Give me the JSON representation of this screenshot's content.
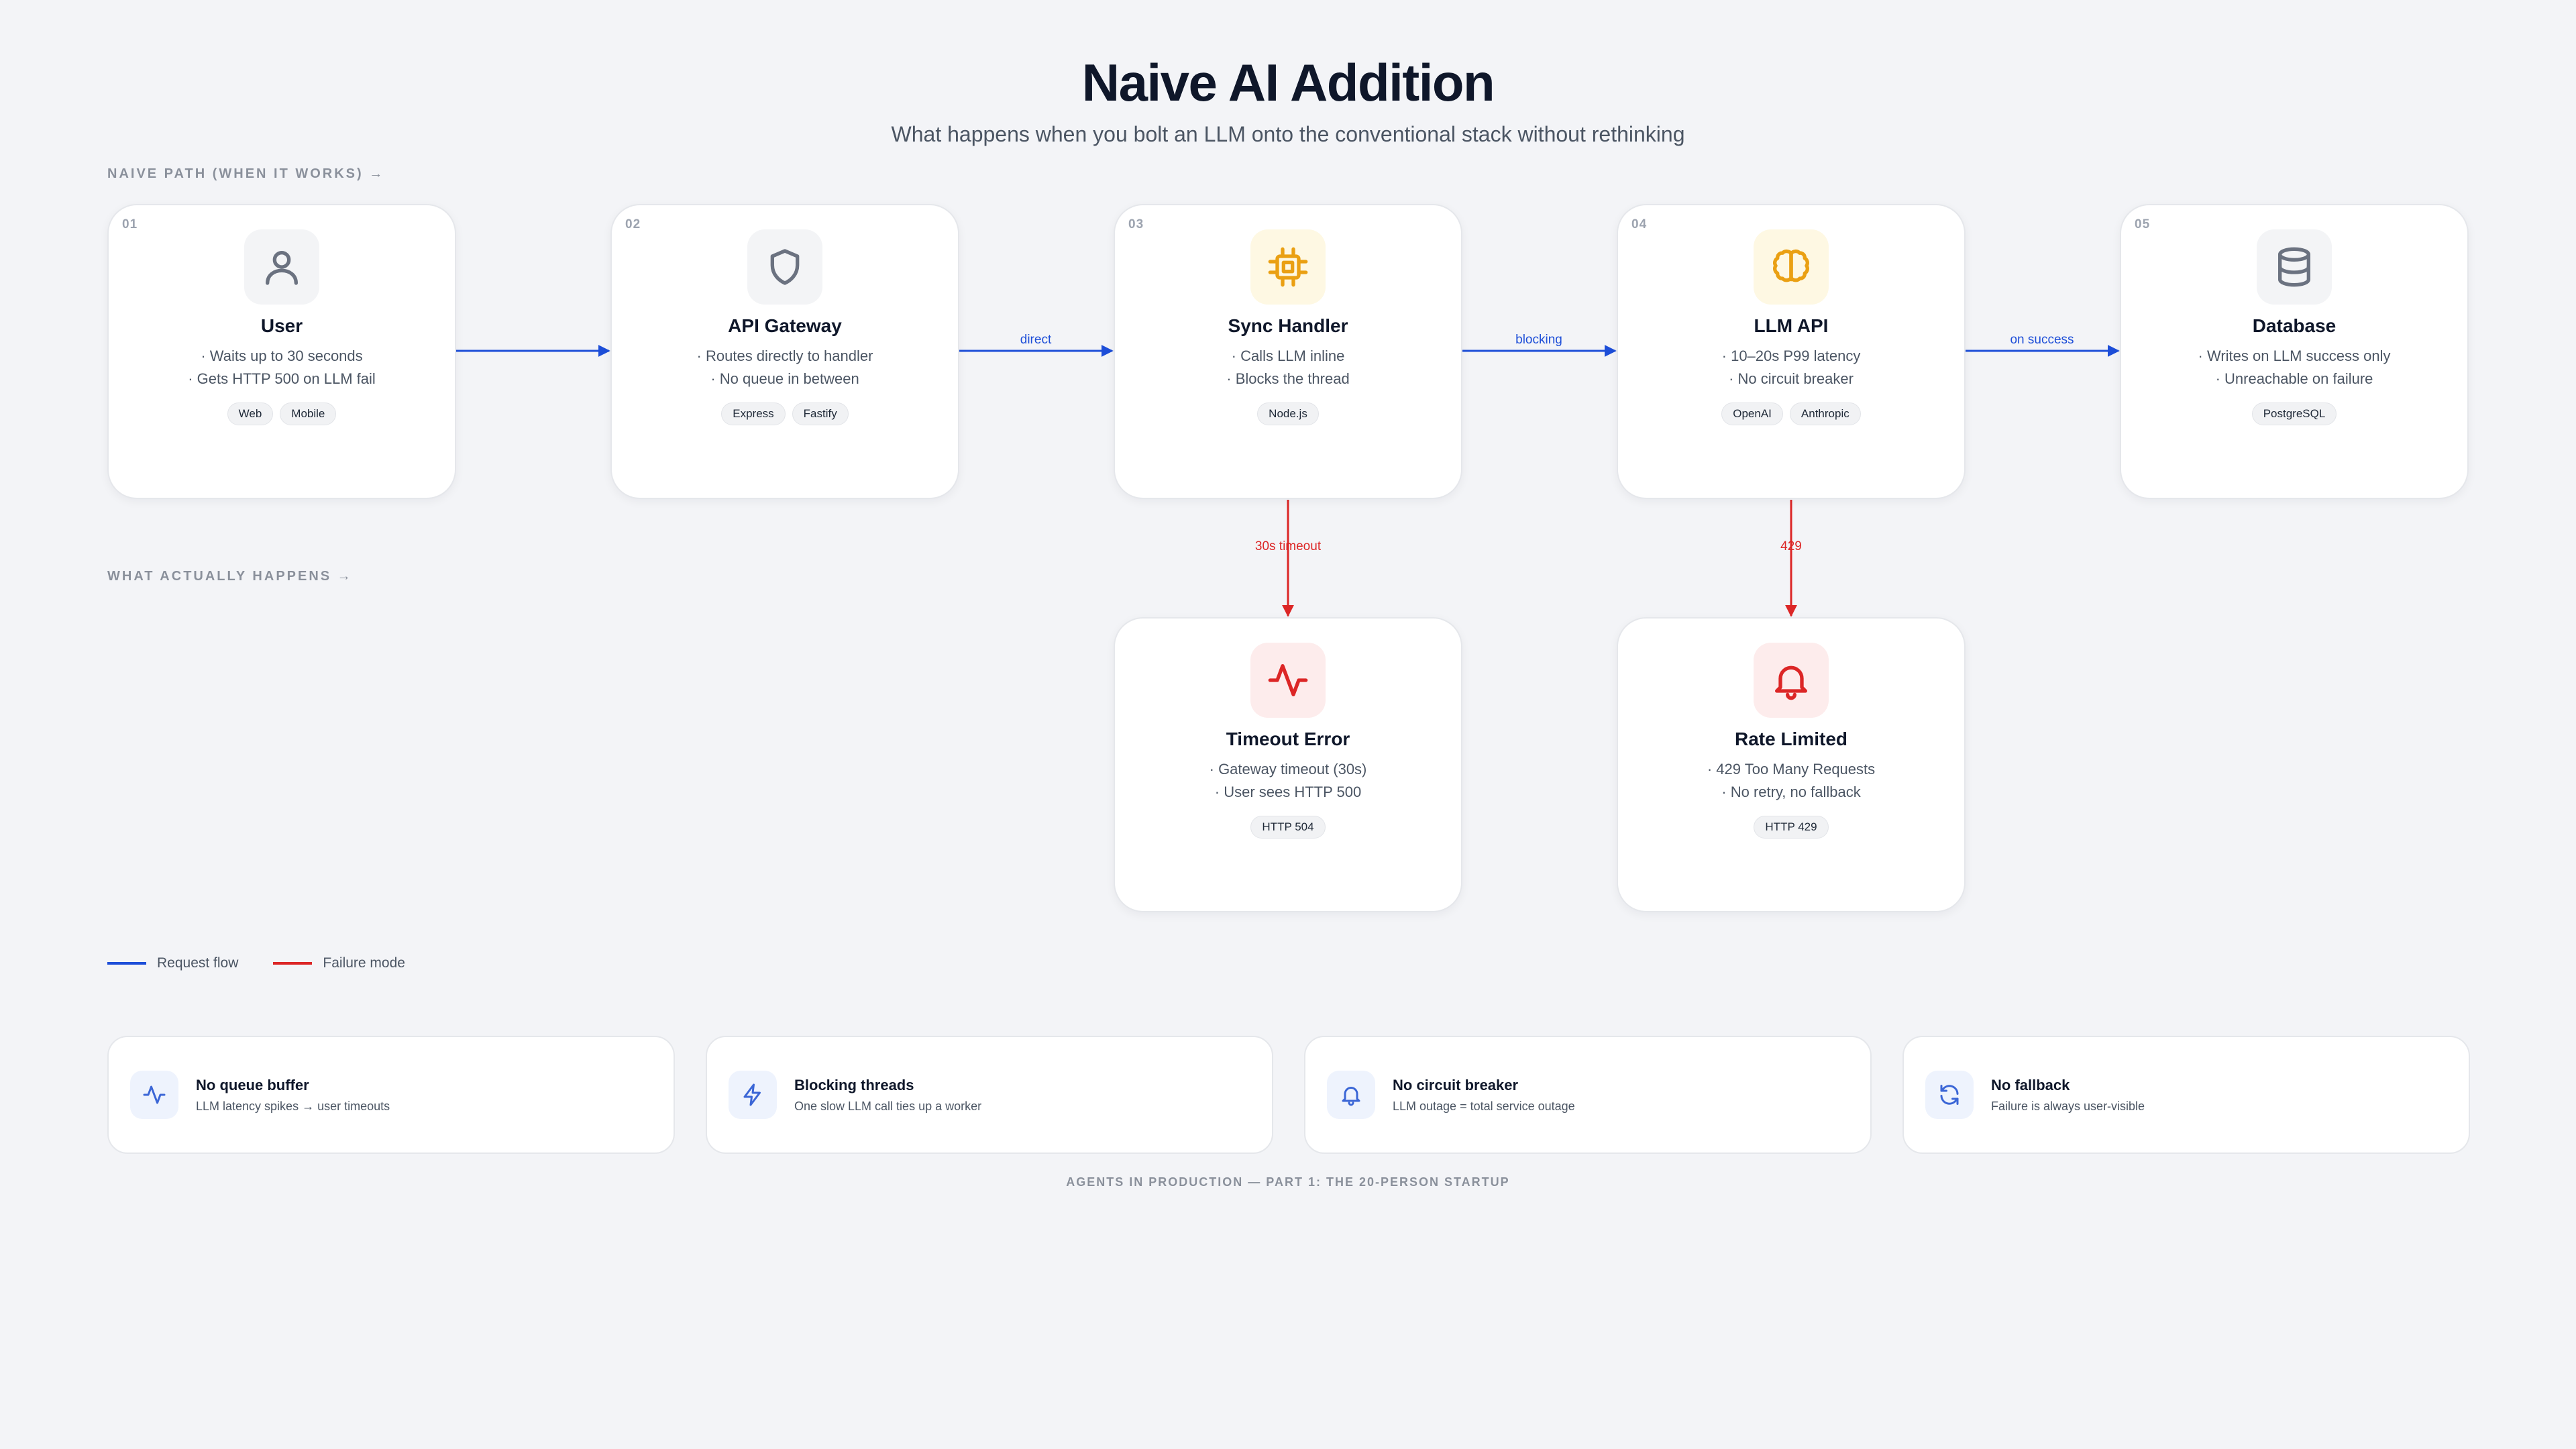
{
  "header": {
    "title": "Naive AI Addition",
    "subtitle": "What happens when you bolt an LLM onto the conventional stack without rethinking"
  },
  "sections": {
    "naive_path": "NAIVE PATH (WHEN IT WORKS) →",
    "what_happens": "WHAT ACTUALLY HAPPENS →"
  },
  "nodes": {
    "user": {
      "num": "01",
      "name": "User",
      "icon": "user-icon",
      "bullets": [
        "· Waits up to 30 seconds",
        "· Gets HTTP 500 on LLM fail"
      ],
      "tags": [
        "Web",
        "Mobile"
      ]
    },
    "gateway": {
      "num": "02",
      "name": "API Gateway",
      "icon": "shield-icon",
      "bullets": [
        "· Routes directly to handler",
        "· No queue in between"
      ],
      "tags": [
        "Express",
        "Fastify"
      ]
    },
    "handler": {
      "num": "03",
      "name": "Sync Handler",
      "icon": "cpu-icon",
      "bullets": [
        "· Calls LLM inline",
        "· Blocks the thread"
      ],
      "tags": [
        "Node.js"
      ]
    },
    "llm": {
      "num": "04",
      "name": "LLM API",
      "icon": "brain-icon",
      "bullets": [
        "· 10–20s P99 latency",
        "· No circuit breaker"
      ],
      "tags": [
        "OpenAI",
        "Anthropic"
      ]
    },
    "database": {
      "num": "05",
      "name": "Database",
      "icon": "database-icon",
      "bullets": [
        "· Writes on LLM success only",
        "· Unreachable on failure"
      ],
      "tags": [
        "PostgreSQL"
      ]
    },
    "timeout": {
      "name": "Timeout Error",
      "icon": "activity-icon",
      "bullets": [
        "· Gateway timeout (30s)",
        "· User sees HTTP 500"
      ],
      "tags": [
        "HTTP 504"
      ]
    },
    "ratelimit": {
      "name": "Rate Limited",
      "icon": "bell-icon",
      "bullets": [
        "· 429 Too Many Requests",
        "· No retry, no fallback"
      ],
      "tags": [
        "HTTP 429"
      ]
    }
  },
  "connections": {
    "gateway_handler": "direct",
    "handler_llm": "blocking",
    "llm_database": "on success",
    "handler_timeout": "30s timeout",
    "llm_ratelimit": "429"
  },
  "legend": {
    "request_flow": "Request flow",
    "failure_mode": "Failure mode"
  },
  "colors": {
    "request_flow": "#1d4ed8",
    "failure_mode": "#dc2626",
    "background": "#f3f4f7",
    "accent_amber": "#eaa013"
  },
  "problems": [
    {
      "title": "No queue buffer",
      "subtitle": "LLM latency spikes → user timeouts",
      "icon": "activity-icon"
    },
    {
      "title": "Blocking threads",
      "subtitle": "One slow LLM call ties up a worker",
      "icon": "zap-icon"
    },
    {
      "title": "No circuit breaker",
      "subtitle": "LLM outage = total service outage",
      "icon": "bell-icon"
    },
    {
      "title": "No fallback",
      "subtitle": "Failure is always user-visible",
      "icon": "refresh-icon"
    }
  ],
  "footer": "AGENTS IN PRODUCTION — PART 1: THE 20-PERSON STARTUP"
}
